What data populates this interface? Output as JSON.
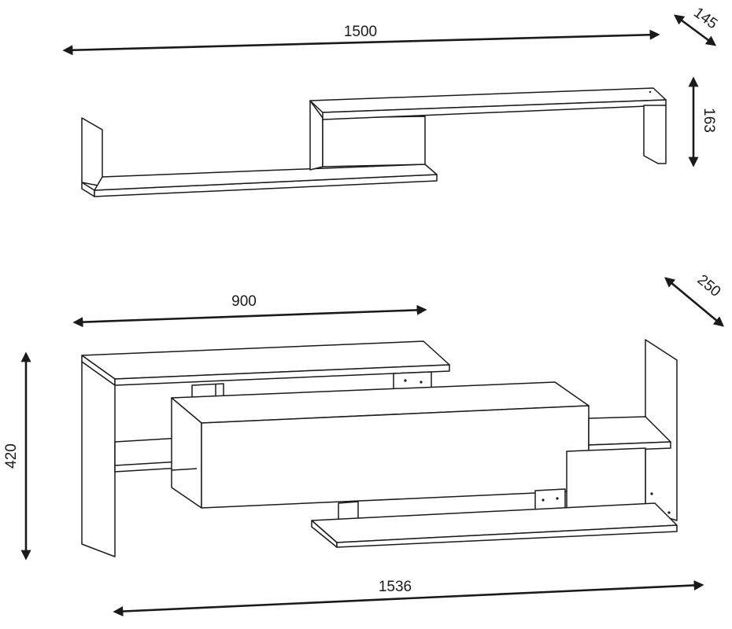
{
  "drawing": {
    "wall_shelf": {
      "width": "1500",
      "depth": "145",
      "height": "163"
    },
    "tv_unit": {
      "top_width": "900",
      "depth": "250",
      "height": "420",
      "total_width": "1536"
    },
    "line_color": "#1a1a1a",
    "background": "#ffffff"
  }
}
